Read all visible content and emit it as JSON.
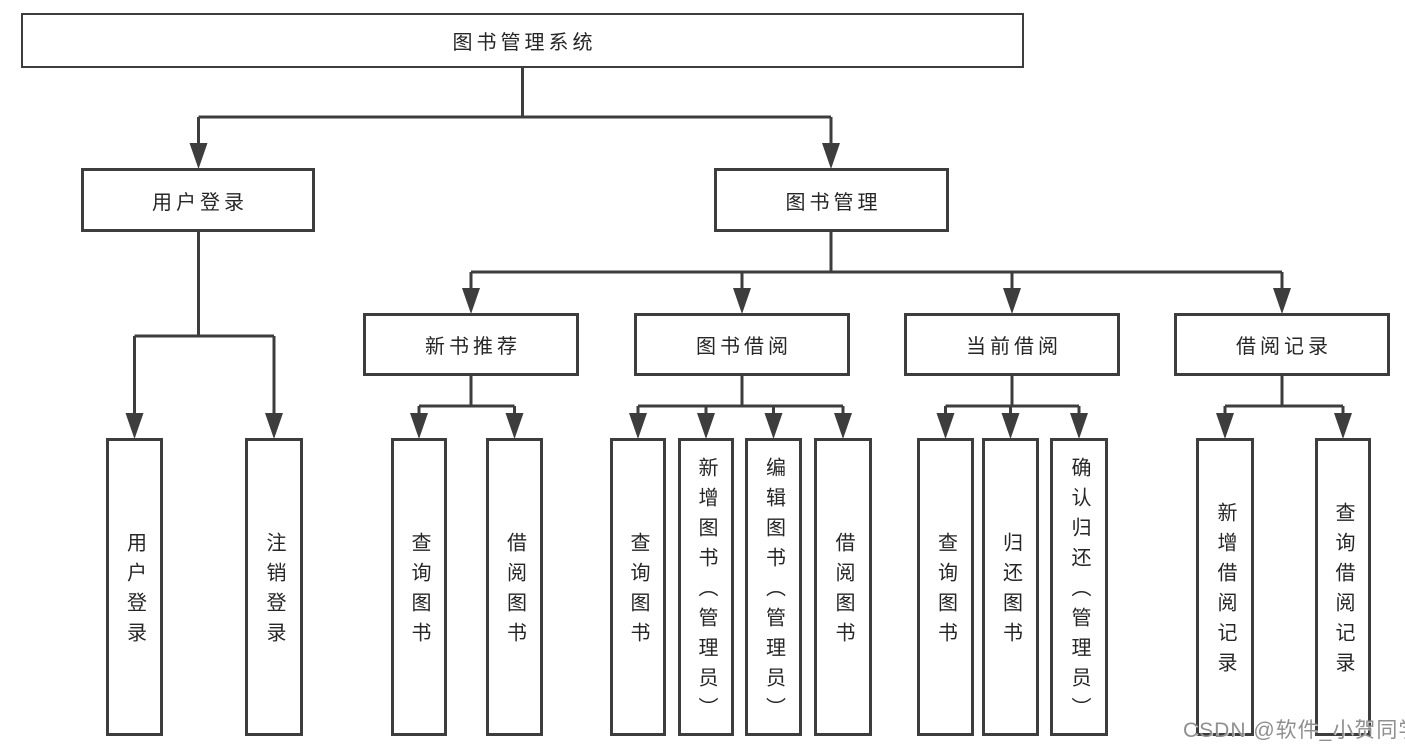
{
  "colors": {
    "line": "#3d3d3d",
    "box_border": "#3d3d3d",
    "text": "#262626",
    "watermark": "#8f8f8f",
    "background": "#ffffff"
  },
  "diagram": {
    "title": "图书管理系统",
    "level2": [
      {
        "label": "用户登录"
      },
      {
        "label": "图书管理"
      }
    ],
    "level3": [
      {
        "label": "新书推荐",
        "parent": "图书管理"
      },
      {
        "label": "图书借阅",
        "parent": "图书管理"
      },
      {
        "label": "当前借阅",
        "parent": "图书管理"
      },
      {
        "label": "借阅记录",
        "parent": "图书管理"
      }
    ],
    "leaves": [
      {
        "label": "用户登录",
        "parent": "用户登录"
      },
      {
        "label": "注销登录",
        "parent": "用户登录"
      },
      {
        "label": "查询图书",
        "parent": "新书推荐"
      },
      {
        "label": "借阅图书",
        "parent": "新书推荐"
      },
      {
        "label": "查询图书",
        "parent": "图书借阅"
      },
      {
        "label": "新增图书（管理员）",
        "parent": "图书借阅"
      },
      {
        "label": "编辑图书（管理员）",
        "parent": "图书借阅"
      },
      {
        "label": "借阅图书",
        "parent": "图书借阅"
      },
      {
        "label": "查询图书",
        "parent": "当前借阅"
      },
      {
        "label": "归还图书",
        "parent": "当前借阅"
      },
      {
        "label": "确认归还（管理员）",
        "parent": "当前借阅"
      },
      {
        "label": "新增借阅记录",
        "parent": "借阅记录"
      },
      {
        "label": "查询借阅记录",
        "parent": "借阅记录"
      }
    ]
  },
  "watermark": "CSDN @软件_小贺同学"
}
